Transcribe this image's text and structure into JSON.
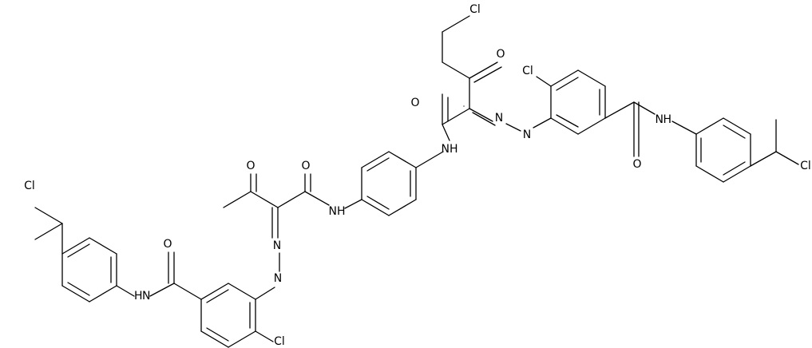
{
  "figure": {
    "type": "chemical-structure",
    "atom_labels": {
      "cl_chloropropyl": "Cl",
      "o_ketone_top": "O",
      "cl_ring_right": "Cl",
      "o_amide_right": "O",
      "nh_amide_right": "N",
      "h_amide_right": "H",
      "n_azo_right_a": "N",
      "n_azo_right_b": "N",
      "o_amide_center": "O",
      "nh_center_right": "NH",
      "cl_chloroethyl_right": "Cl",
      "o_ketone_left": "O",
      "o_amide_left_center": "O",
      "nh_center_left": "NH",
      "n_azo_left_a": "N",
      "n_azo_left_b": "N",
      "cl_chloroethyl_left": "Cl",
      "o_amide_left": "O",
      "nh_amide_left": "N",
      "h_amide_left": "H",
      "cl_ring_left": "Cl"
    }
  }
}
